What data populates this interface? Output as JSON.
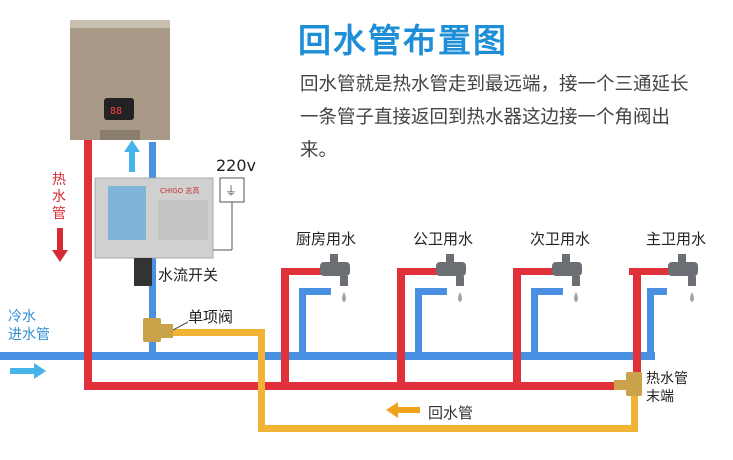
{
  "title": "回水管布置图",
  "description": "回水管就是热水管走到最远端，接一个三通延长一条管子直接返回到热水器这边接一个角阀出来。",
  "hot_pipe_label": [
    "热",
    "水",
    "管"
  ],
  "cold_inlet_label": [
    "冷水",
    "进水管"
  ],
  "voltage_label": "220v",
  "flow_switch_label": "水流开关",
  "check_valve_label": "单项阀",
  "return_pipe_label": "回水管",
  "end_label": [
    "热水管",
    "末端"
  ],
  "pump_brand": "CHIGO 志高",
  "outlets": [
    "厨房用水",
    "公卫用水",
    "次卫用水",
    "主卫用水"
  ],
  "colors": {
    "title": "#1e8fd6",
    "hot": "#e0303a",
    "cold": "#4a90e2",
    "return": "#f2b233",
    "arrow_blue": "#46b4ea",
    "arrow_red": "#d62b32",
    "heater": "#a89a86",
    "brass": "#c9a24a"
  }
}
